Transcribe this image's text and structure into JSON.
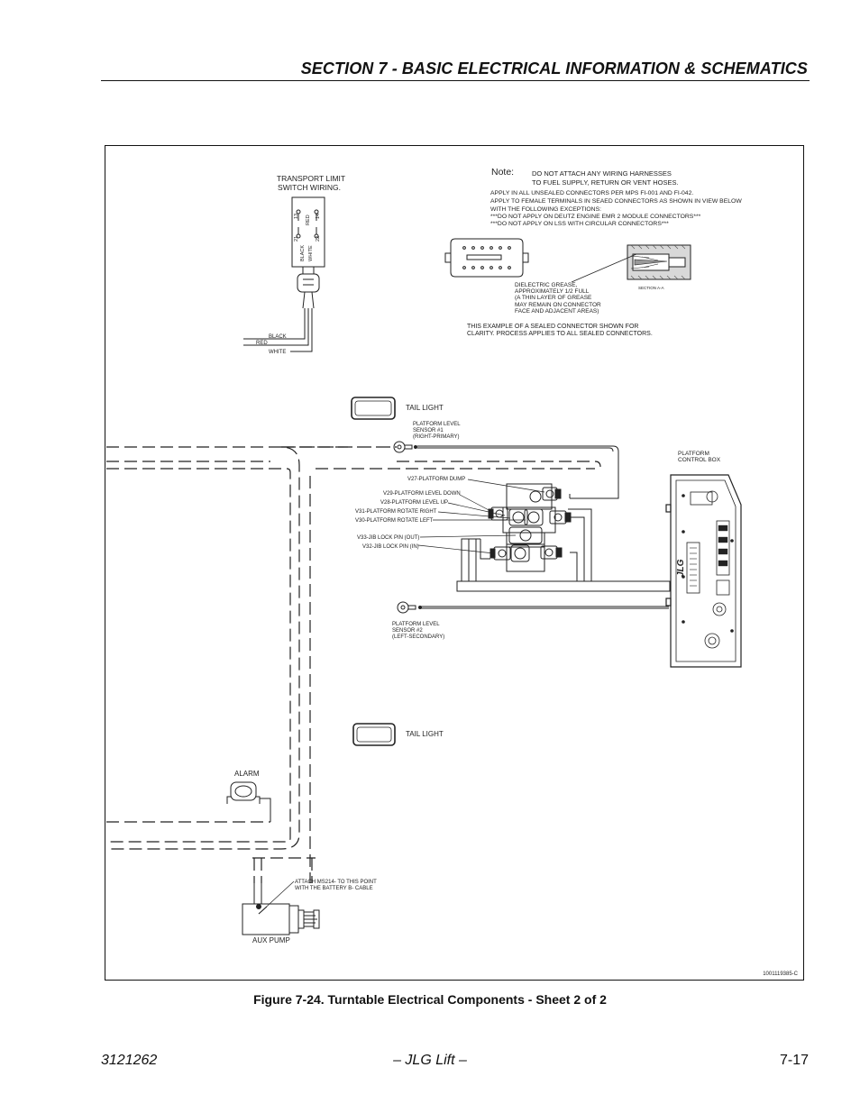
{
  "header": {
    "section_title": "SECTION 7 - BASIC ELECTRICAL INFORMATION & SCHEMATICS"
  },
  "figure": {
    "caption": "Figure 7-24.  Turntable Electrical Components - Sheet 2 of 2",
    "part_number": "1001119385-C",
    "transport_limit": {
      "title_line1": "TRANSPORT LIMIT",
      "title_line2": "SWITCH WIRING.",
      "terminal_13": "13",
      "terminal_14": "14",
      "terminal_21": "21",
      "terminal_22": "22",
      "switch_red": "RED",
      "switch_black": "BLACK",
      "switch_white": "WHITE",
      "wire_black": "BLACK",
      "wire_red": "RED",
      "wire_white": "WHITE"
    },
    "note": {
      "label": "Note:",
      "line1": "DO NOT ATTACH ANY WIRING HARNESSES",
      "line2": "TO FUEL SUPPLY, RETURN OR VENT HOSES.",
      "apply1": "APPLY IN ALL UNSEALED CONNECTORS PER MPS FI-001 AND FI-042.",
      "apply2": "APPLY TO FEMALE TERMINALS IN SEAED CONNECTORS AS SHOWN IN VIEW BELOW",
      "apply3": "WITH THE FOLLOWING EXCEPTIONS:",
      "apply4": "***DO NOT APPLY ON DEUTZ ENGINE EMR 2 MODULE CONNECTORS***",
      "apply5": "***DO NOT APPLY ON LSS WITH CIRCULAR CONNECTORS***",
      "grease1": "DIELECTRIC GREASE,",
      "grease2": "APPROXIMATELY 1/2 FULL",
      "grease3": "(A THIN LAYER OF GREASE",
      "grease4": "MAY REMAIN ON CONNECTOR",
      "grease5": "FACE AND ADJACENT AREAS)",
      "section": "SECTION A-A",
      "example1": "THIS EXAMPLE OF A SEALED CONNECTOR SHOWN FOR",
      "example2": "CLARITY.  PROCESS APPLIES TO ALL SEALED CONNECTORS."
    },
    "labels": {
      "tail_light_upper": "TAIL LIGHT",
      "tail_light_lower": "TAIL LIGHT",
      "sensor1_line1": "PLATFORM LEVEL",
      "sensor1_line2": "SENSOR #1",
      "sensor1_line3": "(RIGHT-PRIMARY)",
      "sensor2_line1": "PLATFORM LEVEL",
      "sensor2_line2": "SENSOR #2",
      "sensor2_line3": "(LEFT-SECONDARY)",
      "control_box_line1": "PLATFORM",
      "control_box_line2": "CONTROL BOX",
      "v27": "V27-PLATFORM DUMP",
      "v29": "V29-PLATFORM LEVEL DOWN",
      "v28": "V28-PLATFORM LEVEL UP",
      "v31": "V31-PLATFORM ROTATE RIGHT",
      "v30": "V30-PLATFORM ROTATE LEFT",
      "v33": "V33-JIB LOCK PIN (OUT)",
      "v32": "V32-JIB LOCK PIN (IN)",
      "jlg": "JLG",
      "alarm": "ALARM",
      "attach1": "ATTACH MS214- TO THIS POINT",
      "attach2": "WITH THE BATTERY B- CABLE",
      "aux_pump": "AUX PUMP"
    }
  },
  "footer": {
    "doc_number": "3121262",
    "brand": "– JLG Lift –",
    "page_number": "7-17"
  }
}
